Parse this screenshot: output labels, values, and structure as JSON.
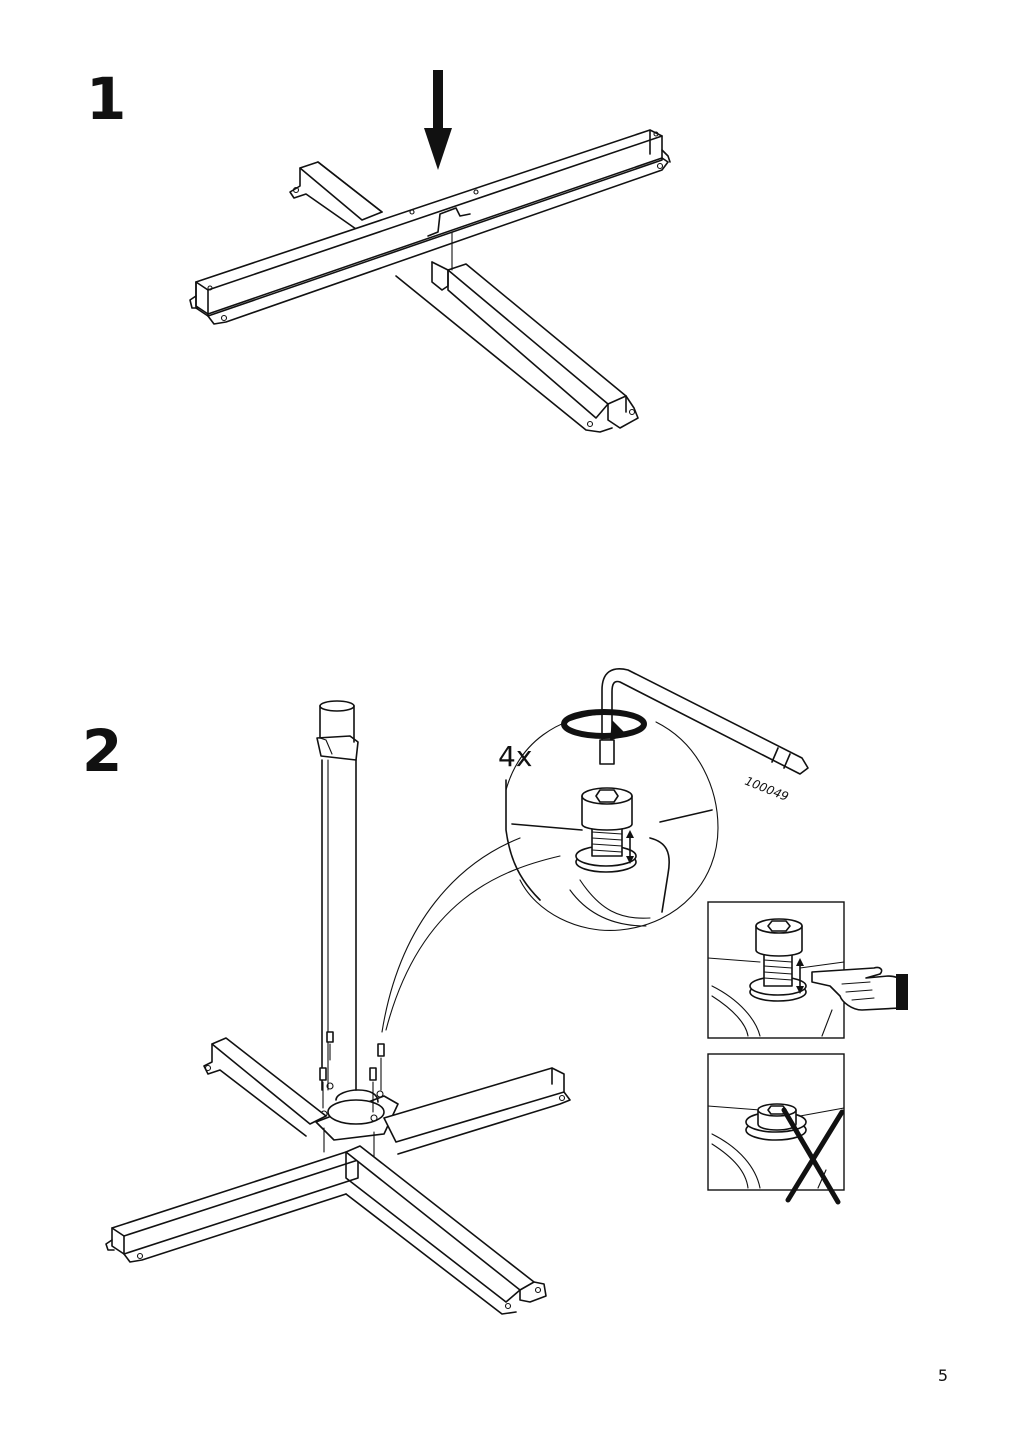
{
  "steps": [
    {
      "number": "1"
    },
    {
      "number": "2"
    }
  ],
  "step2": {
    "quantity_label": "4x",
    "tool_part_number": "100049"
  },
  "page": {
    "number": "5"
  },
  "icons": [
    "down-arrow-icon",
    "rotate-arrow-icon",
    "pointing-hand-icon",
    "cross-out-icon",
    "double-arrow-icon"
  ]
}
